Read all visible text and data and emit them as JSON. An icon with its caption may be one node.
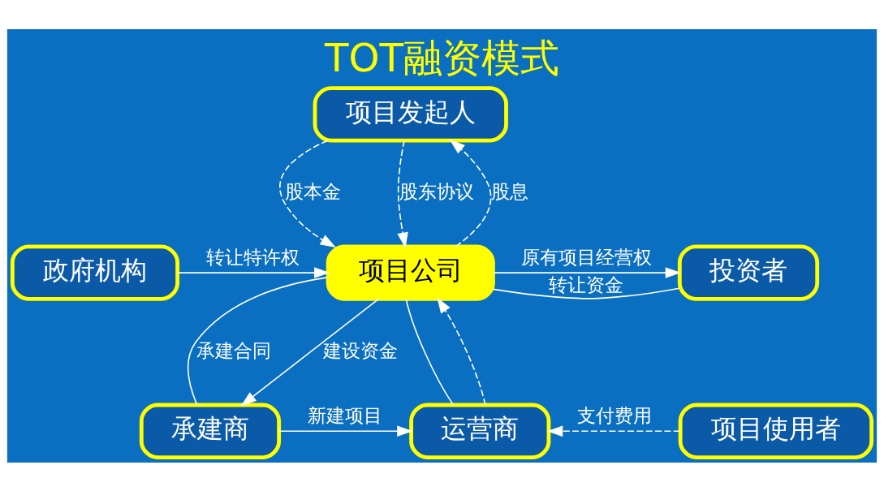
{
  "diagram": {
    "title": "TOT融资模式",
    "nodes": [
      {
        "text": [
          "项目发起人"
        ]
      },
      {
        "text": [
          "政府机构"
        ]
      },
      {
        "text": [
          "项目公司"
        ]
      },
      {
        "text": [
          "投资者"
        ]
      },
      {
        "text": [
          "承建商"
        ]
      },
      {
        "text": [
          "运营商"
        ]
      },
      {
        "text": [
          "项目使用者"
        ]
      }
    ],
    "edges": [
      {
        "from": 2,
        "to": 0,
        "arrow": "to",
        "label": "股息",
        "style": "dashed"
      },
      {
        "from": 0,
        "to": 2,
        "arrow": "to",
        "label": "股本金",
        "style": "dashed"
      },
      {
        "from": 0,
        "to": 2,
        "arrow": "to",
        "label": "股东协议",
        "style": "dashed"
      },
      {
        "from": 1,
        "to": 2,
        "arrow": "to",
        "label": "转让特许权"
      },
      {
        "from": 2,
        "to": 3,
        "arrow": "to",
        "label": "原有项目经营权"
      },
      {
        "from": 3,
        "to": 2,
        "arrow": "none",
        "label": "转让资金"
      },
      {
        "from": 2,
        "to": 4,
        "arrow": "none",
        "label": "承建合同"
      },
      {
        "from": 2,
        "to": 4,
        "arrow": "to",
        "label": "建设资金"
      },
      {
        "from": 2,
        "to": 5,
        "arrow": "none"
      },
      {
        "from": 5,
        "to": 2,
        "arrow": "to",
        "style": "dashed"
      },
      {
        "from": 4,
        "to": 5,
        "arrow": "to",
        "label": "新建项目"
      },
      {
        "from": 6,
        "to": 5,
        "arrow": "to",
        "label": "支付费用",
        "style": "dashed"
      }
    ]
  }
}
